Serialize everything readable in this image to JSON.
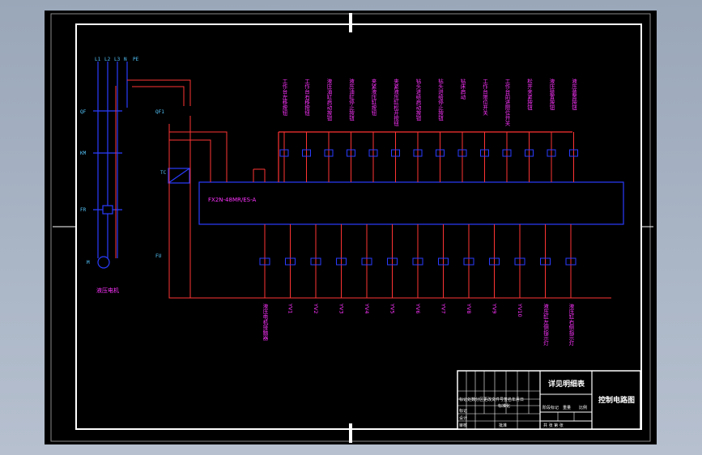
{
  "plc": {
    "model": "FX2N-48MR/ES-A"
  },
  "motor": {
    "label": "液压电机"
  },
  "input_functions": [
    "工作台左移按钮",
    "工作台右移按钮",
    "液压油缸启动按钮",
    "液压油缸停止按钮",
    "夹紧液压缸按钮",
    "夹紧液压缸松开按钮",
    "钻头进给启动按钮",
    "钻头进给停止按钮",
    "钻床启动",
    "工作台限位开关",
    "工作台前进限位开关",
    "松开夹紧按钮",
    "液压装置按钮",
    "液压装置按钮"
  ],
  "outputs": [
    "液压电机接触器",
    "YV1",
    "YV2",
    "YV3",
    "YV4",
    "YV5",
    "YV6",
    "YV7",
    "YV8",
    "YV9",
    "YV10",
    "液压缸左侧指示灯",
    "液压缸右侧指示灯"
  ],
  "title_block": {
    "drawing_title": "控制电路图",
    "see_list": "详见明细表",
    "row_labels": [
      "标记",
      "设计",
      "审核"
    ],
    "header_cells": "标记处数分区更改文件号签名年月日",
    "standardize": "标准化",
    "stage": "阶段标记",
    "weight": "重量",
    "scale": "比例",
    "approve": "批准",
    "sheets": "共 张 第 张"
  }
}
